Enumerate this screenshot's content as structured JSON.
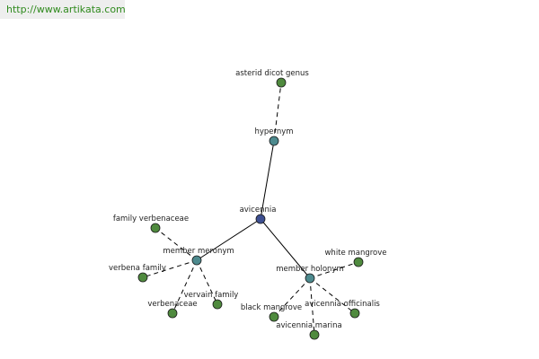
{
  "watermark": "http://www.artikata.com",
  "nodes": {
    "asterid_dicot_genus": "asterid dicot genus",
    "hypernym": "hypernym",
    "avicennia": "avicennia",
    "family_verbenaceae": "family verbenaceae",
    "member_meronym": "member meronym",
    "white_mangrove": "white mangrove",
    "member_holonym": "member holonym",
    "verbena_family": "verbena family",
    "vervain_family": "vervain family",
    "verbenaceae": "verbenaceae",
    "black_mangrove": "black mangrove",
    "avicennia_officinalis": "avicennia officinalis",
    "avicennia_marina": "avicennia marina"
  },
  "colors": {
    "leaf": "#4f8a3e",
    "relation": "#4d8a8e",
    "center": "#3d4f91",
    "edge": "#000000"
  }
}
